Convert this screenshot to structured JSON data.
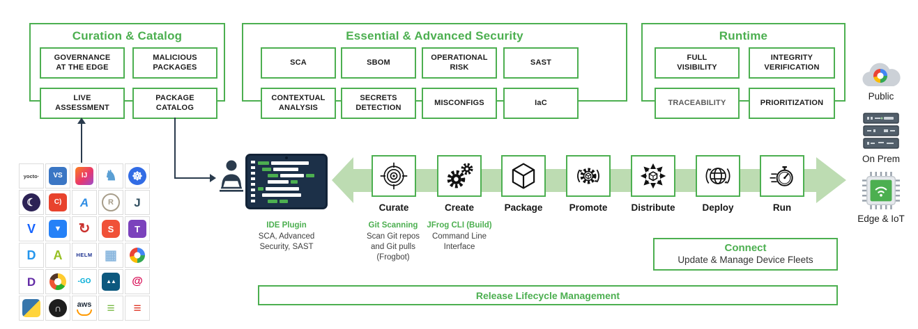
{
  "colors": {
    "green": "#4caf50",
    "light_green": "#bddcb2",
    "navy": "#2a3b4d",
    "text_dark": "#1c1c1c",
    "traceability_gray": "#5a5a5a"
  },
  "groups": [
    {
      "title": "Curation & Catalog",
      "top": [
        "GOVERNANCE\nAT THE EDGE",
        "MALICIOUS\nPACKAGES"
      ],
      "bottom": [
        "LIVE\nASSESSMENT",
        "PACKAGE\nCATALOG"
      ]
    },
    {
      "title": "Essential & Advanced Security",
      "top": [
        "SCA",
        "SBOM",
        "OPERATIONAL\nRISK",
        "SAST"
      ],
      "bottom": [
        "CONTEXTUAL\nANALYSIS",
        "SECRETS\nDETECTION",
        "MISCONFIGS",
        "IaC"
      ]
    },
    {
      "title": "Runtime",
      "top": [
        "FULL\nVISIBILITY",
        "INTEGRITY\nVERIFICATION"
      ],
      "bottom": [
        "TRACEABILITY",
        "PRIORITIZATION"
      ]
    }
  ],
  "pipeline": {
    "stages": [
      "Curate",
      "Create",
      "Package",
      "Promote",
      "Distribute",
      "Deploy",
      "Run"
    ],
    "stage_icons": [
      "target-icon",
      "gears-icon",
      "package-cube-icon",
      "promote-gear-icon",
      "distribute-arrows-icon",
      "globe-sync-icon",
      "stopwatch-icon"
    ]
  },
  "tools": [
    {
      "title": "IDE Plugin",
      "subtitle": "SCA, Advanced\nSecurity, SAST"
    },
    {
      "title": "Git Scanning",
      "subtitle": "Scan Git repos\nand Git pulls\n(Frogbot)"
    },
    {
      "title": "JFrog CLI (Build)",
      "subtitle": "Command Line\nInterface"
    }
  ],
  "connect": {
    "title": "Connect",
    "subtitle": "Update & Manage Device Fleets"
  },
  "release": {
    "title": "Release Lifecycle Management"
  },
  "targets": [
    {
      "label": "Public",
      "icon": "cloud-icon"
    },
    {
      "label": "On Prem",
      "icon": "server-rack-icon"
    },
    {
      "label": "Edge & IoT",
      "icon": "iot-chip-icon"
    }
  ],
  "logos": [
    {
      "name": "yocto",
      "g": "yocto·"
    },
    {
      "name": "visual-studio",
      "g": "VS"
    },
    {
      "name": "intellij-idea",
      "g": "IJ"
    },
    {
      "name": "boar",
      "g": "♞"
    },
    {
      "name": "kubernetes",
      "g": "☸"
    },
    {
      "name": "eclipse",
      "g": "☾"
    },
    {
      "name": "conan",
      "g": "C)"
    },
    {
      "name": "azure",
      "g": "A"
    },
    {
      "name": "rust",
      "g": "R"
    },
    {
      "name": "jenkins",
      "g": "J"
    },
    {
      "name": "vagrant",
      "g": "V"
    },
    {
      "name": "bitbucket",
      "g": "▼"
    },
    {
      "name": "sbt",
      "g": "↻"
    },
    {
      "name": "swift",
      "g": "S"
    },
    {
      "name": "terraform",
      "g": "T"
    },
    {
      "name": "docker",
      "g": "D"
    },
    {
      "name": "android",
      "g": "A"
    },
    {
      "name": "helm",
      "g": "HELM"
    },
    {
      "name": "cargo-crate",
      "g": "▦"
    },
    {
      "name": "google-cloud",
      "g": ""
    },
    {
      "name": "datadog",
      "g": "D"
    },
    {
      "name": "bower",
      "g": ""
    },
    {
      "name": "go",
      "g": "-GO"
    },
    {
      "name": "alpine",
      "g": "▲▲"
    },
    {
      "name": "debian",
      "g": "@"
    },
    {
      "name": "python",
      "g": ""
    },
    {
      "name": "conda",
      "g": "∩"
    },
    {
      "name": "aws",
      "g": "aws"
    },
    {
      "name": "green-stack",
      "g": "≡"
    },
    {
      "name": "scala",
      "g": "≡"
    }
  ]
}
